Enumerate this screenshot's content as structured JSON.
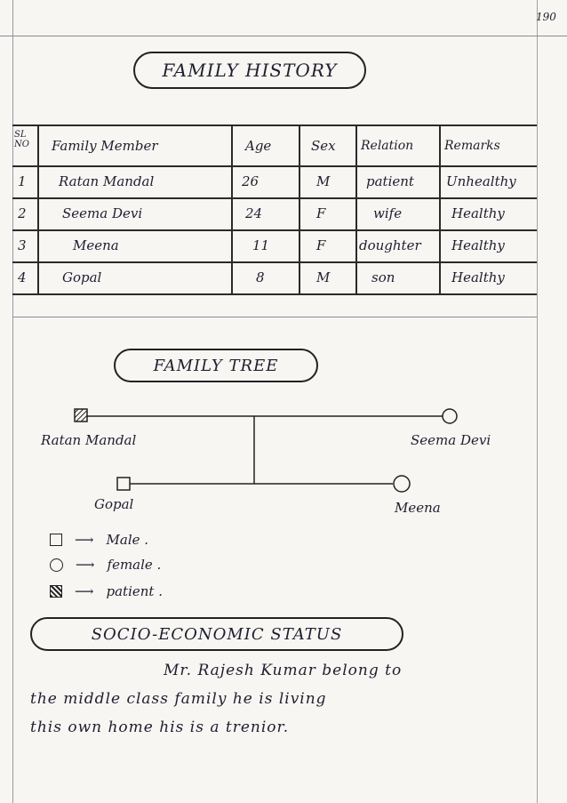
{
  "page_number": "190",
  "sections": {
    "family_history": "FAMILY HISTORY",
    "family_tree": "FAMILY TREE",
    "socio_economic": "SOCIO-ECONOMIC STATUS"
  },
  "table": {
    "headers": {
      "sl": "SL NO",
      "member": "Family Member",
      "age": "Age",
      "sex": "Sex",
      "relation": "Relation",
      "remarks": "Remarks"
    },
    "rows": [
      {
        "sl": "1",
        "member": "Ratan Mandal",
        "age": "26",
        "sex": "M",
        "relation": "patient",
        "remarks": "Unhealthy"
      },
      {
        "sl": "2",
        "member": "Seema Devi",
        "age": "24",
        "sex": "F",
        "relation": "wife",
        "remarks": "Healthy"
      },
      {
        "sl": "3",
        "member": "Meena",
        "age": "11",
        "sex": "F",
        "relation": "doughter",
        "remarks": "Healthy"
      },
      {
        "sl": "4",
        "member": "Gopal",
        "age": "8",
        "sex": "M",
        "relation": "son",
        "remarks": "Healthy"
      }
    ]
  },
  "tree": {
    "father": "Ratan Mandal",
    "mother": "Seema Devi",
    "son": "Gopal",
    "daughter": "Meena"
  },
  "legend": [
    {
      "symbol": "square",
      "label": "Male ."
    },
    {
      "symbol": "circle",
      "label": "female ."
    },
    {
      "symbol": "hatched-square",
      "label": "patient ."
    }
  ],
  "socio_text": [
    "Mr. Rajesh Kumar belong to",
    "the middle class family he is living",
    "this own home his is a trenior."
  ],
  "colors": {
    "ink": "#1f1f2e",
    "paper": "#f7f6f3"
  }
}
